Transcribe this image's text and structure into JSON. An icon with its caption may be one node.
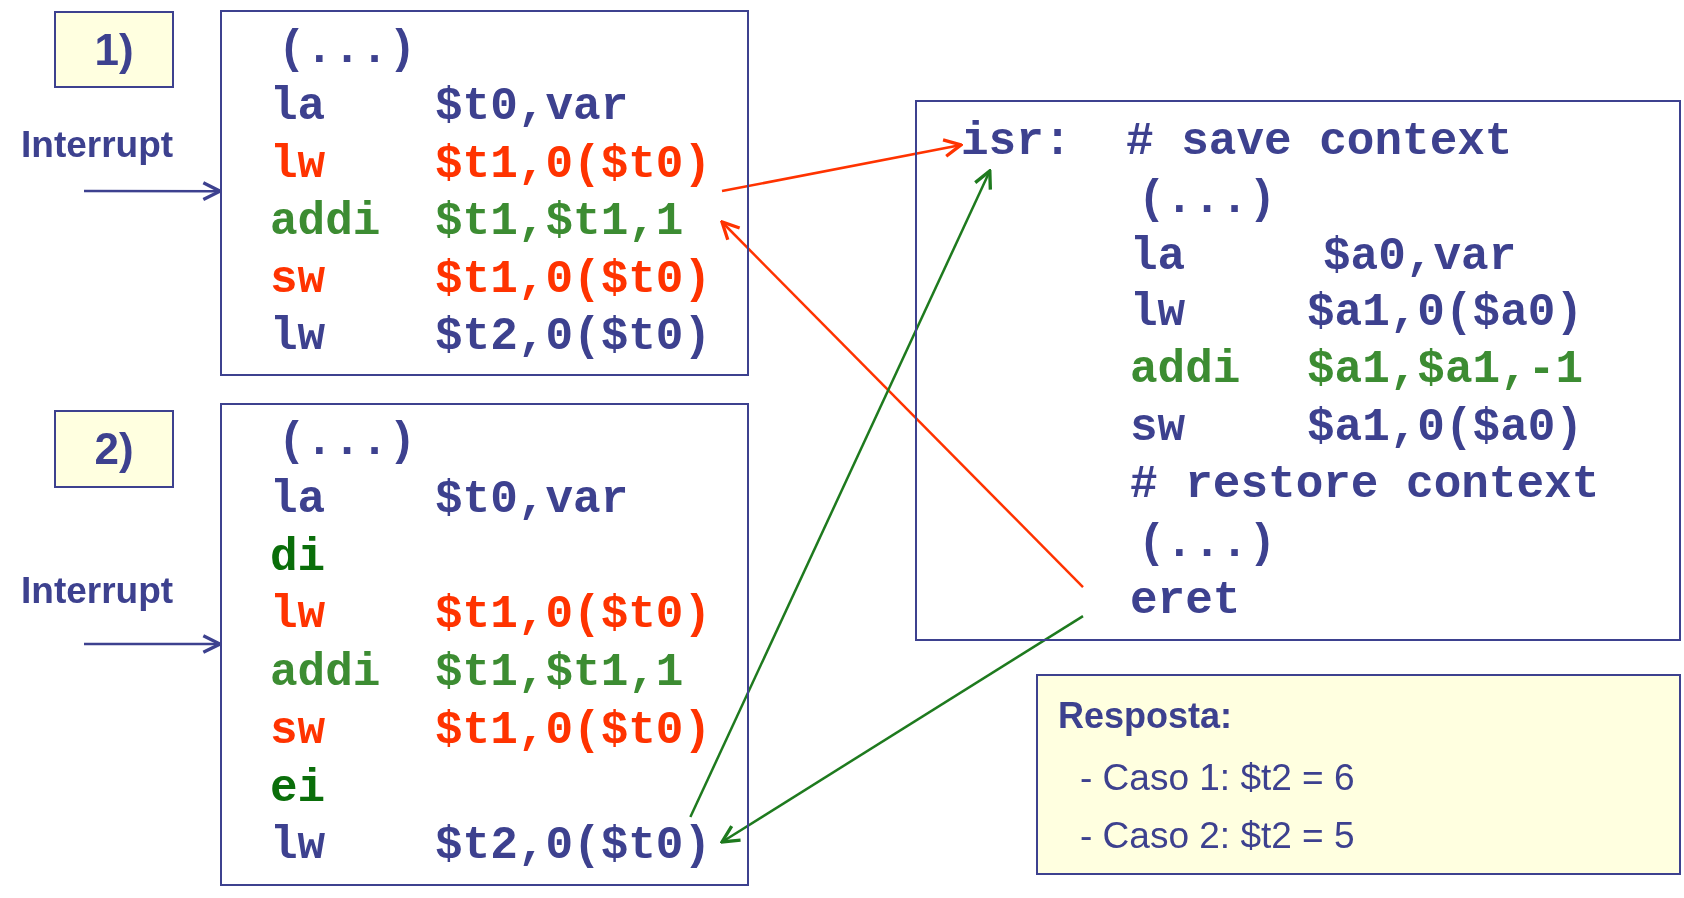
{
  "diagram": {
    "nodes": [
      {
        "text": [
          "1)"
        ]
      },
      {
        "text": [],
        "shape": "box"
      },
      {
        "text": [
          "(...)"
        ],
        "in": 1
      },
      {
        "text": [
          "la",
          "$t0,var"
        ],
        "in": 1
      },
      {
        "text": [
          "lw",
          "$t1,0($t0)"
        ],
        "in": 1
      },
      {
        "text": [
          "addi",
          "$t1,$t1,1"
        ],
        "in": 1
      },
      {
        "text": [
          "sw",
          "$t1,0($t0)"
        ],
        "in": 1
      },
      {
        "text": [
          "lw",
          "$t2,0($t0)"
        ],
        "in": 1
      },
      {
        "text": [
          "Interrupt"
        ]
      },
      {
        "text": [
          "2)"
        ]
      },
      {
        "text": [],
        "shape": "box"
      },
      {
        "text": [
          "(...)"
        ],
        "in": 10
      },
      {
        "text": [
          "la",
          "$t0,var"
        ],
        "in": 10
      },
      {
        "text": [
          "di"
        ],
        "in": 10
      },
      {
        "text": [
          "lw",
          "$t1,0($t0)"
        ],
        "in": 10
      },
      {
        "text": [
          "addi",
          "$t1,$t1,1"
        ],
        "in": 10
      },
      {
        "text": [
          "sw",
          "$t1,0($t0)"
        ],
        "in": 10
      },
      {
        "text": [
          "ei"
        ],
        "in": 10
      },
      {
        "text": [
          "lw",
          "$t2,0($t0)"
        ],
        "in": 10
      },
      {
        "text": [
          "Interrupt"
        ]
      },
      {
        "text": [],
        "shape": "box"
      },
      {
        "text": [
          "isr:",
          "# save context"
        ],
        "in": 20
      },
      {
        "text": [
          "(...)"
        ],
        "in": 20
      },
      {
        "text": [
          "la",
          "$a0,var"
        ],
        "in": 20
      },
      {
        "text": [
          "lw",
          "$a1,0($a0)"
        ],
        "in": 20
      },
      {
        "text": [
          "addi",
          "$a1,$a1,-1"
        ],
        "in": 20
      },
      {
        "text": [
          "sw",
          "$a1,0($a0)"
        ],
        "in": 20
      },
      {
        "text": [
          "# restore context"
        ],
        "in": 20
      },
      {
        "text": [
          "(...)"
        ],
        "in": 20
      },
      {
        "text": [
          "eret"
        ],
        "in": 20
      },
      {
        "text": [
          "Resposta:",
          "- Caso 1: $t2 = 6",
          "- Caso 2: $t2 = 5"
        ]
      }
    ],
    "edges": [
      {
        "from": 8,
        "to": 1,
        "arrow": "to",
        "color": "#3d418f"
      },
      {
        "from": 19,
        "to": 10,
        "arrow": "to",
        "color": "#3d418f"
      },
      {
        "from": 4,
        "to": 21,
        "arrow": "to",
        "color": "#ff3300"
      },
      {
        "from": 29,
        "to": 5,
        "arrow": "to",
        "color": "#ff3300"
      },
      {
        "from": 18,
        "to": 21,
        "arrow": "to",
        "color": "#1e7a1e"
      },
      {
        "from": 29,
        "to": 18,
        "arrow": "to",
        "color": "#1e7a1e"
      }
    ]
  }
}
